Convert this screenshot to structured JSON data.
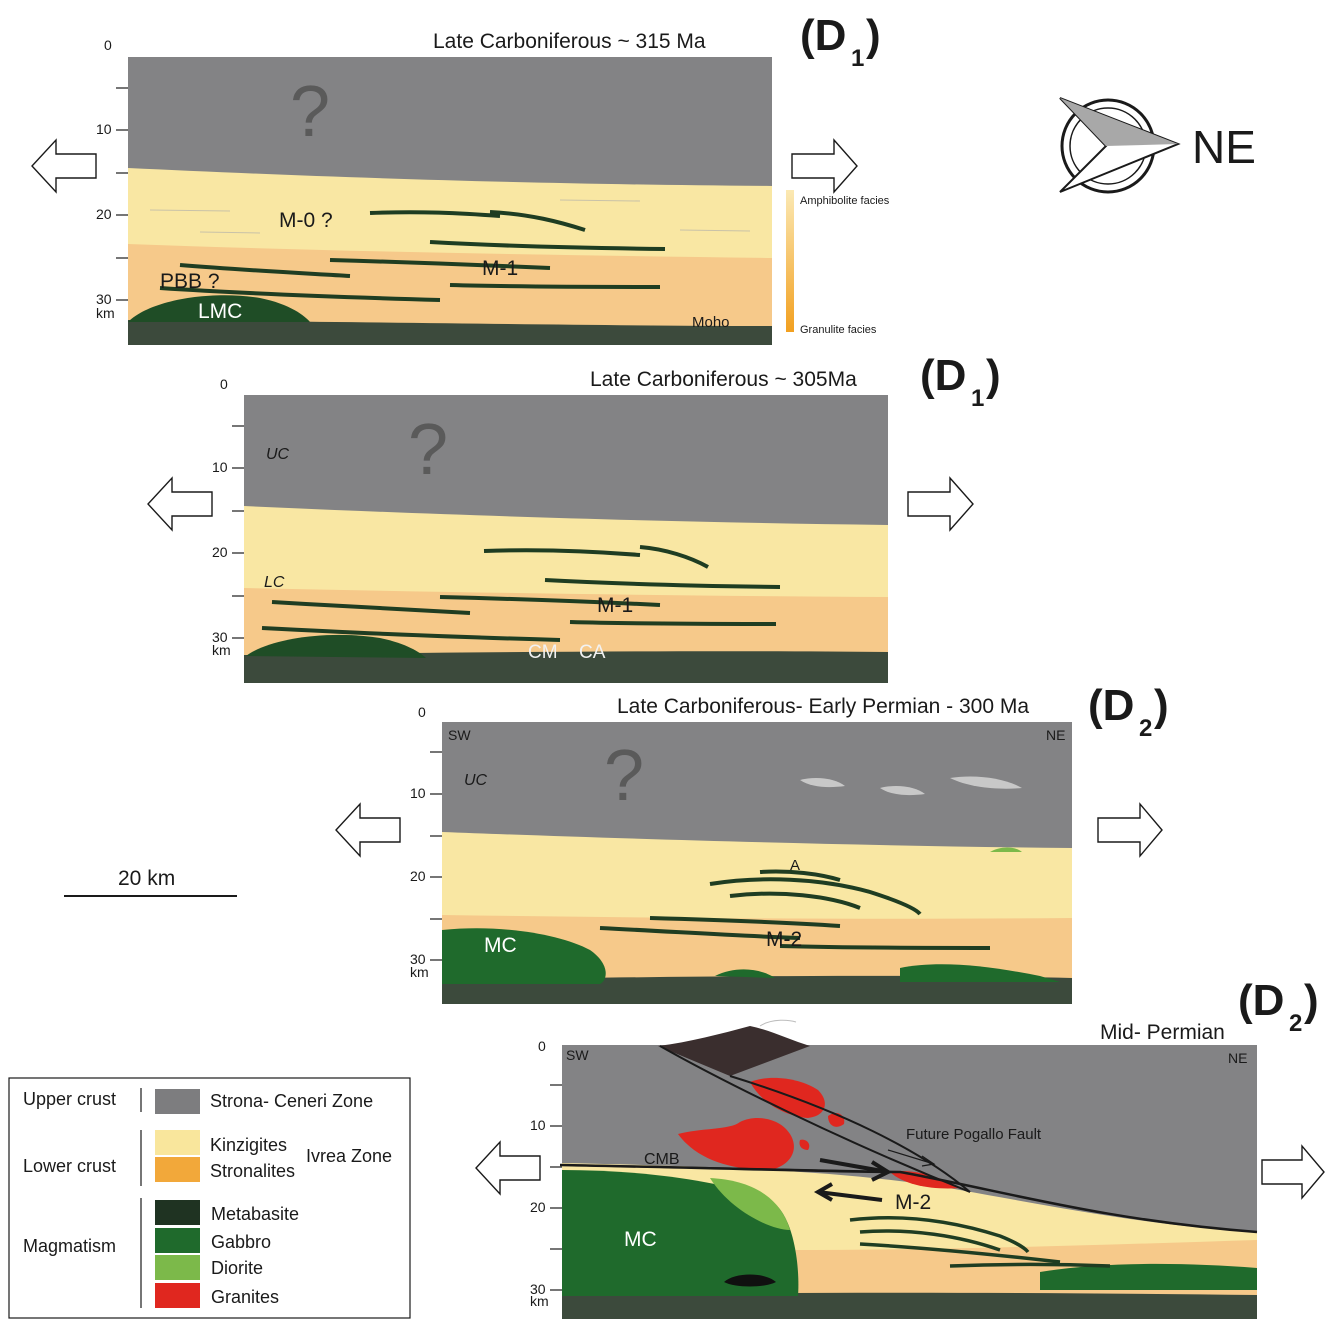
{
  "compass": {
    "label": "NE"
  },
  "scale_bar": {
    "label": "20 km"
  },
  "panels": [
    {
      "title": "Late Carboniferous  ~ 315 Ma",
      "stage": "(D1)",
      "stage_main": "(D",
      "stage_sub": "1",
      "stage_close": ")",
      "depth_ticks": [
        "0",
        "10",
        "20",
        "30",
        "km"
      ],
      "question": "?",
      "labels": {
        "m0": "M-0 ?",
        "m1": "M-1",
        "pbb": "PBB ?",
        "lmc": "LMC",
        "moho": "Moho"
      },
      "facies_bar": {
        "top": "Amphibolite facies",
        "bottom": "Granulite facies"
      }
    },
    {
      "title": "Late Carboniferous  ~ 305Ma",
      "stage_main": "(D",
      "stage_sub": "1",
      "stage_close": ")",
      "depth_ticks": [
        "0",
        "10",
        "20",
        "30",
        "km"
      ],
      "question": "?",
      "labels": {
        "uc": "UC",
        "lc": "LC",
        "m1": "M-1",
        "cm": "CM",
        "ca": "CA"
      }
    },
    {
      "title": "Late Carboniferous- Early Permian - 300 Ma",
      "stage_main": "(D",
      "stage_sub": "2",
      "stage_close": ")",
      "depth_ticks": [
        "0",
        "10",
        "20",
        "30",
        "km"
      ],
      "question": "?",
      "labels": {
        "sw": "SW",
        "ne": "NE",
        "uc": "UC",
        "a": "A",
        "mc": "MC",
        "m2": "M-2"
      }
    },
    {
      "title": "Mid- Permian",
      "stage_main": "(D",
      "stage_sub": "2",
      "stage_close": ")",
      "depth_ticks": [
        "0",
        "10",
        "20",
        "30",
        "km"
      ],
      "labels": {
        "sw": "SW",
        "ne": "NE",
        "cmb": "CMB",
        "fault": "Future Pogallo Fault",
        "m2": "M-2",
        "mc": "MC"
      }
    }
  ],
  "legend": {
    "groups": [
      {
        "name": "Upper crust",
        "items": [
          {
            "label": "Strona- Ceneri Zone",
            "color": "#7d7d7f"
          }
        ]
      },
      {
        "name": "Lower crust",
        "zone": "Ivrea Zone",
        "items": [
          {
            "label": "Kinzigites",
            "color": "#f9e69c"
          },
          {
            "label": "Stronalites",
            "color": "#f2a83a"
          }
        ]
      },
      {
        "name": "Magmatism",
        "items": [
          {
            "label": "Metabasite",
            "color": "#1f3322"
          },
          {
            "label": "Gabbro",
            "color": "#1f6a2c"
          },
          {
            "label": "Diorite",
            "color": "#7cb94a"
          },
          {
            "label": "Granites",
            "color": "#e0271f"
          }
        ]
      }
    ]
  }
}
